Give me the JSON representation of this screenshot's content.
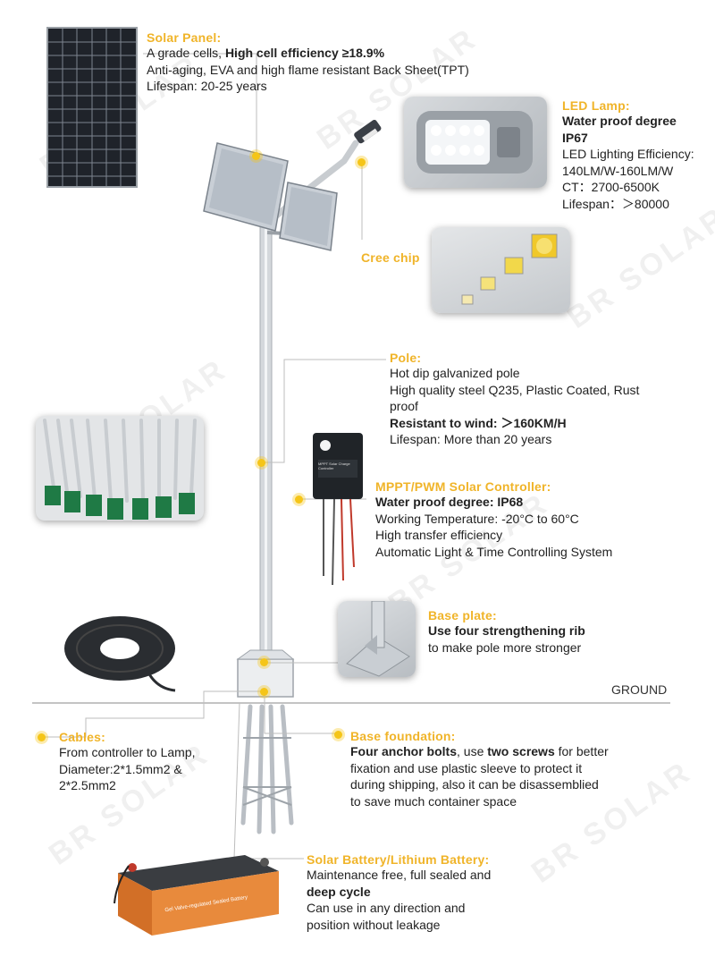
{
  "watermark": "BR SOLAR",
  "ground_label": "GROUND",
  "solar_panel": {
    "title": "Solar Panel:",
    "line1_pre": "A grade cells, ",
    "line1_bold": "High cell efficiency ≥18.9%",
    "line2": "Anti-aging, EVA and high flame resistant Back Sheet(TPT)",
    "line3": "Lifespan: 20-25 years"
  },
  "led_lamp": {
    "title": "LED Lamp:",
    "bold1": "Water proof degree",
    "bold2": "IP67",
    "line1": "LED Lighting Efficiency:",
    "line2": "140LM/W-160LM/W",
    "line3": "CT：2700-6500K",
    "line4": "Lifespan：＞80000"
  },
  "cree": {
    "title": "Cree chip"
  },
  "pole": {
    "title": "Pole:",
    "line1": "Hot dip galvanized pole",
    "line2": "High quality steel Q235, Plastic Coated, Rust",
    "line3": "proof",
    "bold": "Resistant to wind:",
    "bold_value": "＞160KM/H",
    "line5": "Lifespan: More than 20 years"
  },
  "controller": {
    "title": "MPPT/PWM Solar Controller:",
    "bold": "Water proof degree: IP68",
    "line1": "Working Temperature: -20°C to 60°C",
    "line2": "High transfer efficiency",
    "line3": "Automatic Light & Time Controlling System"
  },
  "base_plate": {
    "title": "Base plate:",
    "bold": "Use four strengthening rib",
    "line1": "to make pole more stronger"
  },
  "cables": {
    "title": "Cables:",
    "line1": "From controller to Lamp,",
    "line2": "Diameter:2*1.5mm2 &",
    "line3": "2*2.5mm2"
  },
  "foundation": {
    "title": "Base foundation:",
    "bold1": "Four anchor bolts",
    "mid1": ", use ",
    "bold2": "two screws",
    "end1": " for better",
    "line2": "fixation and use plastic sleeve to protect it",
    "line3": "during shipping, also it can be disassemblied",
    "line4": "to save much container space"
  },
  "battery": {
    "title": "Solar Battery/Lithium Battery:",
    "line1": "Maintenance free, full sealed and",
    "bold": "deep cycle",
    "line3": "Can use in any direction and",
    "line4": "position without leakage",
    "label": "Gel Valve-regulated Sealed Battery"
  },
  "controller_label": "MPPT Solar Charge Controller",
  "colors": {
    "accent": "#f0b429",
    "pole": "#d4d8dc",
    "pvc": "#1f7a45",
    "battery": "#e88a3c"
  }
}
